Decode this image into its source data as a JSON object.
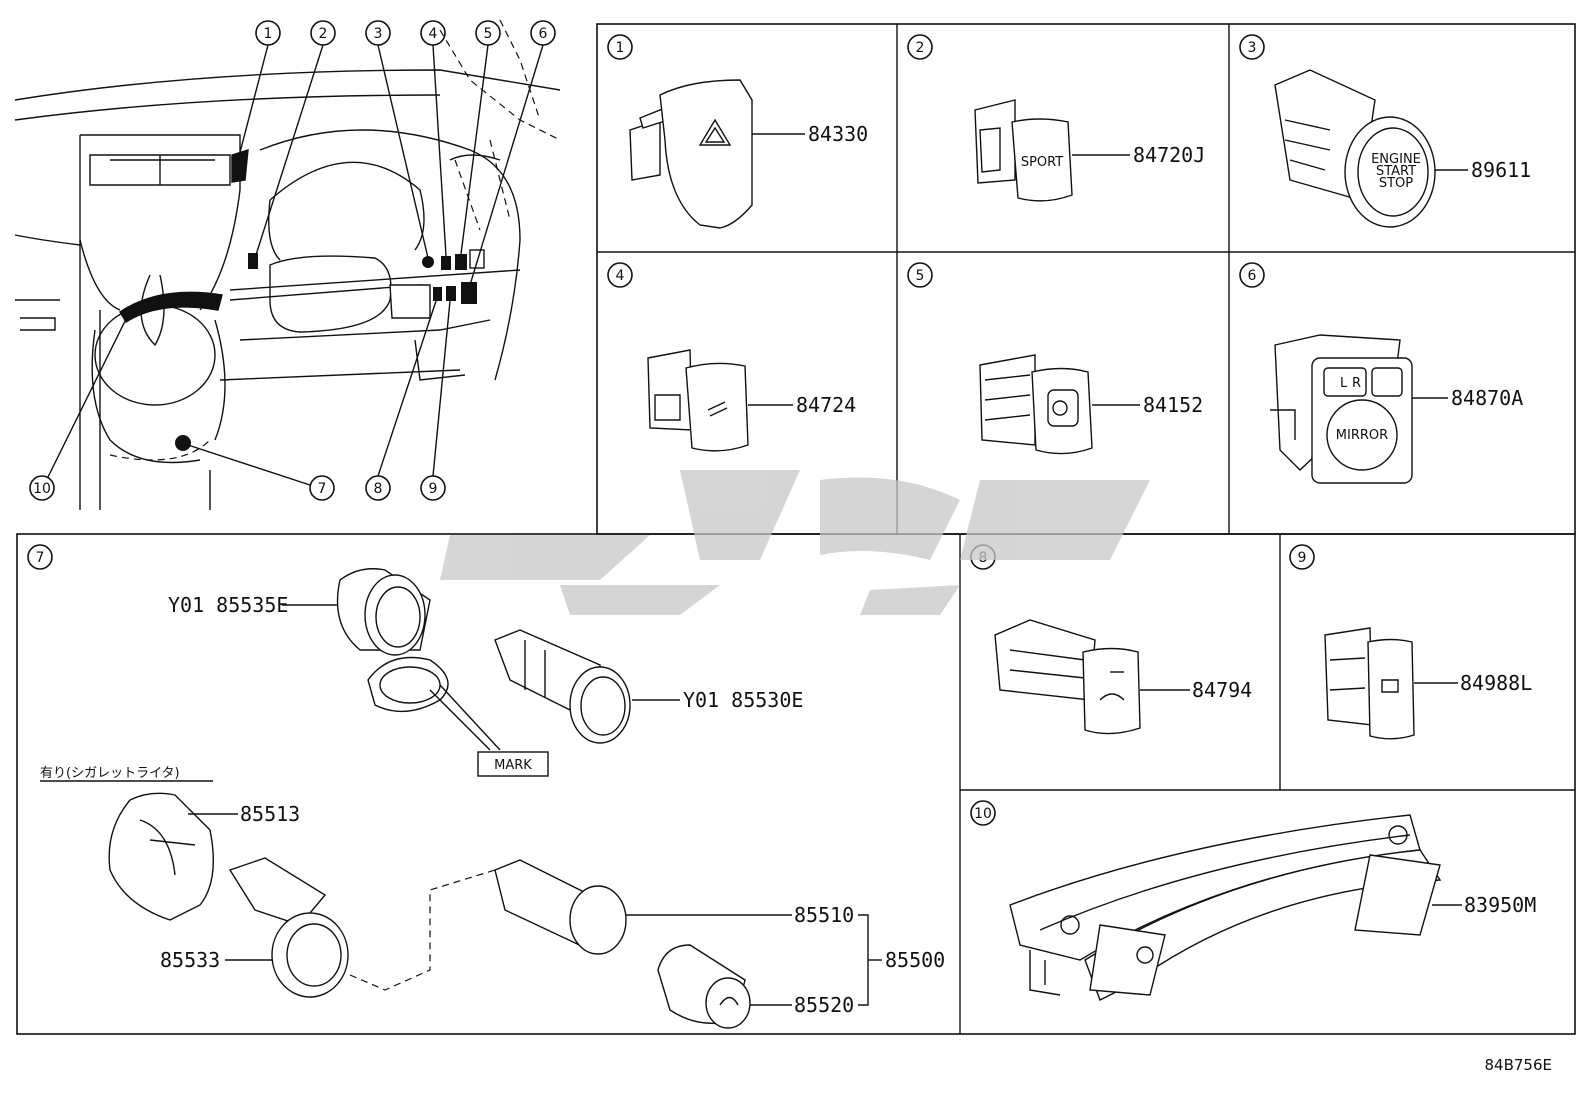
{
  "callouts": [
    "1",
    "2",
    "3",
    "4",
    "5",
    "6",
    "7",
    "8",
    "9",
    "10"
  ],
  "panels": [
    {
      "num": "1",
      "parts": [
        "84330"
      ]
    },
    {
      "num": "2",
      "parts": [
        "84720J"
      ],
      "switch_text": "SPORT"
    },
    {
      "num": "3",
      "parts": [
        "89611"
      ],
      "switch_text": [
        "ENGINE",
        "START",
        "STOP"
      ]
    },
    {
      "num": "4",
      "parts": [
        "84724"
      ]
    },
    {
      "num": "5",
      "parts": [
        "84152"
      ]
    },
    {
      "num": "6",
      "parts": [
        "84870A"
      ],
      "switch_text": [
        "L",
        "R",
        "MIRROR"
      ]
    },
    {
      "num": "7",
      "parts": [
        "Y01 85535E",
        "Y01 85530E",
        "85513",
        "85533",
        "85510",
        "85520",
        "85500"
      ],
      "mark_label": "MARK",
      "note": "有り(シガレットライタ)"
    },
    {
      "num": "8",
      "parts": [
        "84794"
      ]
    },
    {
      "num": "9",
      "parts": [
        "84988L"
      ]
    },
    {
      "num": "10",
      "parts": [
        "83950M"
      ]
    }
  ],
  "drawing_id": "84B756E",
  "colors": {
    "line": "#111111",
    "watermark": "#c8c8c8",
    "background": "#ffffff"
  }
}
